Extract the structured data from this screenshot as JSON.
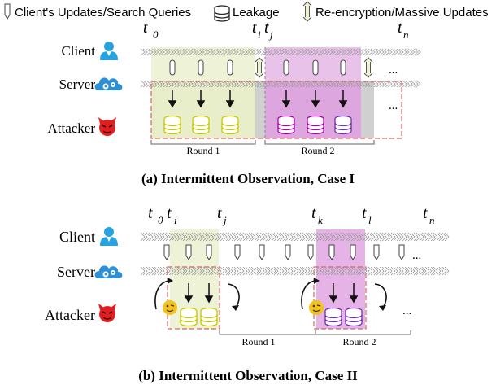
{
  "legend": {
    "updates_label": "Client's Updates/Search Queries",
    "leakage_label": "Leakage",
    "reencryption_label": "Re-encryption/Massive Updates"
  },
  "panel_a": {
    "rows": [
      "Client",
      "Server",
      "Attacker"
    ],
    "time_labels": [
      {
        "t": "t",
        "sub": "0"
      },
      {
        "t": "t",
        "sub": "i"
      },
      {
        "t": "t",
        "sub": "j"
      },
      {
        "t": "t",
        "sub": "n"
      }
    ],
    "ellipsis": "...",
    "rounds": [
      "Round 1",
      "Round 2"
    ],
    "caption": "(a) Intermittent Observation, Case I"
  },
  "panel_b": {
    "rows": [
      "Client",
      "Server",
      "Attacker"
    ],
    "time_labels": [
      {
        "t": "t",
        "sub": "0"
      },
      {
        "t": "t",
        "sub": "i"
      },
      {
        "t": "t",
        "sub": "j"
      },
      {
        "t": "t",
        "sub": "k"
      },
      {
        "t": "t",
        "sub": "l"
      },
      {
        "t": "t",
        "sub": "n"
      }
    ],
    "ellipsis": "...",
    "rounds": [
      "Round 1",
      "Round 2"
    ],
    "caption": "(b) Intermittent Observation, Case II"
  },
  "colors": {
    "round1_fill": "#eef2d6",
    "round2_fill": "#e6b3e6",
    "gray_fill": "#d0d0d0",
    "db_yellow": "#d4d400",
    "db_magenta": "#c000c0",
    "db_purple": "#8040c0",
    "dashed_red": "#e06060",
    "person_blue": "#29a3e0",
    "devil_red": "#e02020"
  }
}
